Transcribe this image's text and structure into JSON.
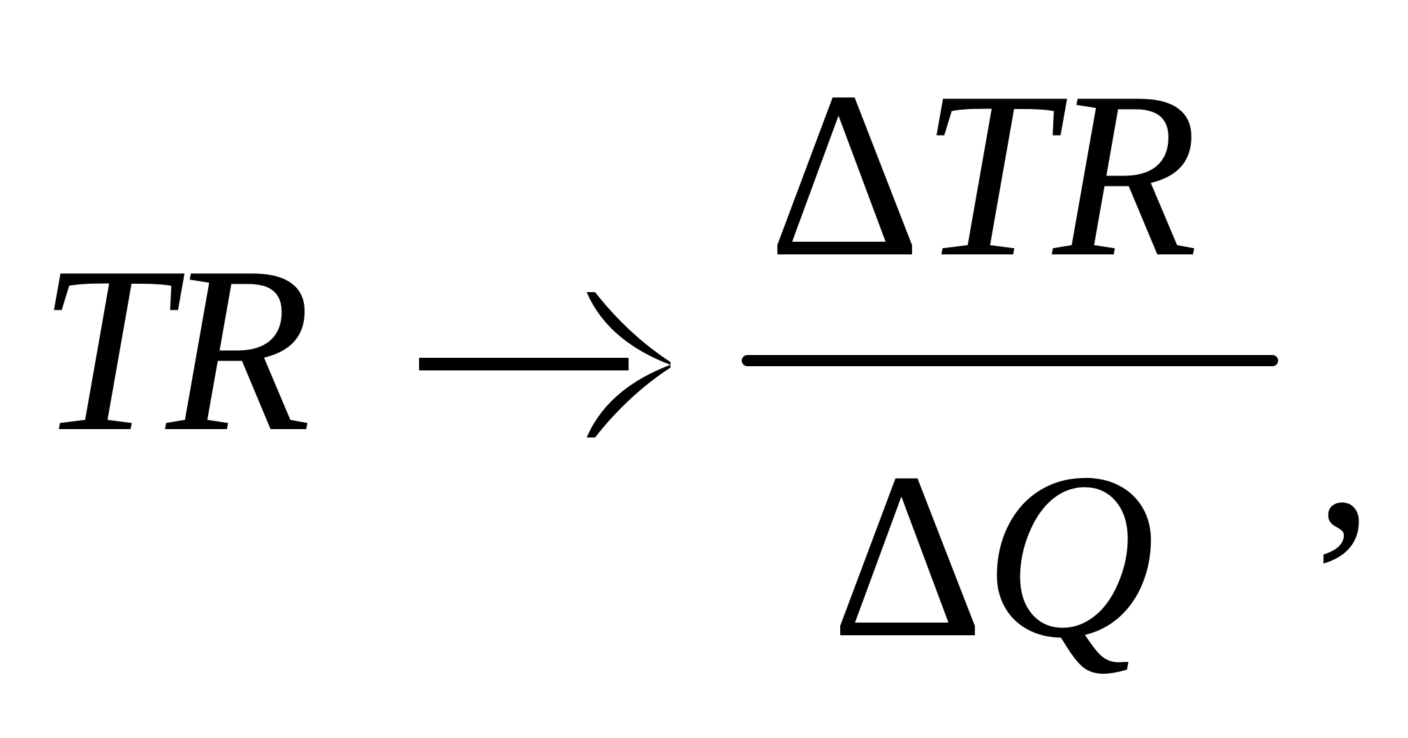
{
  "formula": {
    "lhs": "TR",
    "arrow": "→",
    "numerator_delta": "Δ",
    "numerator_var": "TR",
    "denominator_delta": "Δ",
    "denominator_var": "Q",
    "trailing": ","
  }
}
